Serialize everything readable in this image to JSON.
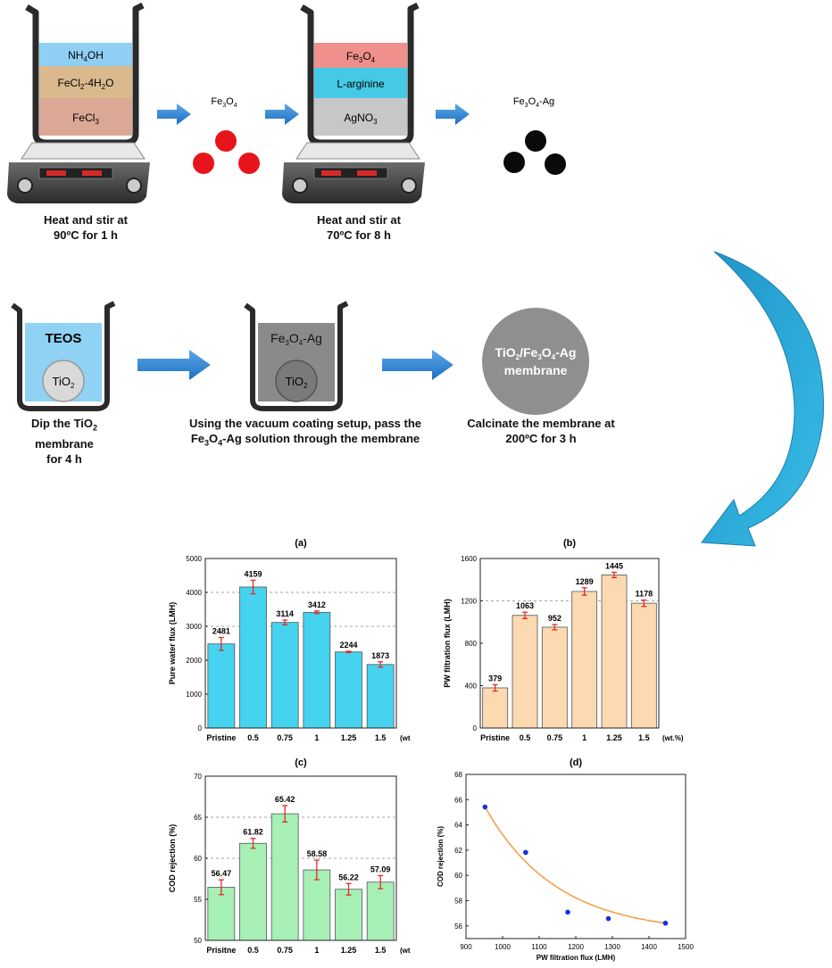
{
  "step1": {
    "layers": [
      {
        "main": "NH",
        "sub": "4",
        "tail": "OH",
        "color": "#8ecff3"
      },
      {
        "main": "FeCl",
        "sub": "2",
        "tail": "-4H",
        "sub2": "2",
        "tail2": "O",
        "color": "#d9b98d"
      },
      {
        "main": "FeCl",
        "sub": "3",
        "tail": "",
        "color": "#dba896"
      }
    ],
    "caption_line1": "Heat and stir at",
    "caption_line2": "90ºC for 1 h"
  },
  "fe3o4": {
    "label_main": "Fe",
    "label_sub1": "3",
    "label_mid": "O",
    "label_sub2": "4",
    "color": "#e8141b"
  },
  "step2": {
    "layers": [
      {
        "main": "Fe",
        "sub": "3",
        "tail": "O",
        "sub2": "4",
        "tail2": "",
        "color": "#f0908c"
      },
      {
        "main": "L-arginine",
        "sub": "",
        "tail": "",
        "color": "#46c9e4"
      },
      {
        "main": "AgNO",
        "sub": "3",
        "tail": "",
        "color": "#c7c7c7"
      }
    ],
    "caption_line1": "Heat and stir at",
    "caption_line2": "70ºC for 8 h"
  },
  "fe3o4ag": {
    "label_main": "Fe",
    "label_sub1": "3",
    "label_mid": "O",
    "label_sub2": "4",
    "label_tail": "-Ag",
    "color": "#0a0a0a"
  },
  "step3": {
    "solution": "TEOS",
    "membrane_main": "TiO",
    "membrane_sub": "2",
    "caption_line1_a": "Dip the TiO",
    "caption_line1_sub": "2",
    "caption_line1_b": " membrane",
    "caption_line2": "for 4 h",
    "color": "#8fd2f3"
  },
  "step4": {
    "solution_a": "Fe",
    "solution_sub1": "3",
    "solution_b": "O",
    "solution_sub2": "4",
    "solution_c": "-Ag",
    "membrane_main": "TiO",
    "membrane_sub": "2",
    "caption_line1": "Using the vacuum coating setup, pass the",
    "caption_line2_a": "Fe",
    "caption_line2_sub1": "3",
    "caption_line2_b": "O",
    "caption_line2_sub2": "4",
    "caption_line2_c": "-Ag solution through the membrane",
    "color": "#8a8a8a"
  },
  "step5": {
    "disc_line1_a": "TiO",
    "disc_line1_sub1": "2",
    "disc_line1_b": "/Fe",
    "disc_line1_sub2": "3",
    "disc_line1_c": "O",
    "disc_line1_sub3": "4",
    "disc_line1_d": "-Ag",
    "disc_line2": "membrane",
    "caption_line1": "Calcinate the membrane at",
    "caption_line2": "200ºC for 3 h"
  },
  "chart_data": [
    {
      "id": "a",
      "type": "bar",
      "title": "(a)",
      "categories": [
        "Pristine",
        "0.5",
        "0.75",
        "1",
        "1.25",
        "1.5"
      ],
      "values": [
        2481,
        4159,
        3114,
        3412,
        2244,
        1873
      ],
      "value_labels": [
        "2481",
        "4159",
        "3114",
        "3412",
        "2244",
        "1873"
      ],
      "errors": [
        190,
        200,
        70,
        40,
        20,
        80
      ],
      "unit_label": "(wt.%)",
      "ylabel": "Pure water flux (LMH)",
      "ylim": [
        0,
        5000
      ],
      "yticks": [
        0,
        1000,
        2000,
        3000,
        4000,
        5000
      ],
      "gridlines": [
        3000,
        4000
      ],
      "bar_color": "#45d3f0"
    },
    {
      "id": "b",
      "type": "bar",
      "title": "(b)",
      "categories": [
        "Pristine",
        "0.5",
        "0.75",
        "1",
        "1.25",
        "1.5"
      ],
      "values": [
        379,
        1063,
        952,
        1289,
        1445,
        1178
      ],
      "value_labels": [
        "379",
        "1063",
        "952",
        "1289",
        "1445",
        "1178"
      ],
      "errors": [
        30,
        30,
        25,
        35,
        25,
        30
      ],
      "unit_label": "(wt.%)",
      "ylabel": "PW filtration flux (LMH)",
      "ylim": [
        0,
        1600
      ],
      "yticks": [
        0,
        400,
        800,
        1200,
        1600
      ],
      "gridlines": [
        1200
      ],
      "bar_color": "#fcd9b0"
    },
    {
      "id": "c",
      "type": "bar",
      "title": "(c)",
      "categories": [
        "Prisitne",
        "0.5",
        "0.75",
        "1",
        "1.25",
        "1.5"
      ],
      "values": [
        56.47,
        61.82,
        65.42,
        58.58,
        56.22,
        57.09
      ],
      "value_labels": [
        "56.47",
        "61.82",
        "65.42",
        "58.58",
        "56.22",
        "57.09"
      ],
      "errors": [
        0.9,
        0.6,
        1.0,
        1.2,
        0.7,
        0.8
      ],
      "unit_label": "(wt.%)",
      "ylabel": "COD rejection (%)",
      "ylim": [
        50,
        70
      ],
      "yticks": [
        50,
        55,
        60,
        65,
        70
      ],
      "gridlines": [
        60,
        65
      ],
      "bar_color": "#a6f0b6"
    },
    {
      "id": "d",
      "type": "scatter",
      "title": "(d)",
      "x": [
        952,
        1063,
        1178,
        1289,
        1445
      ],
      "y": [
        65.42,
        61.82,
        57.09,
        56.58,
        56.22
      ],
      "fit_curve": true,
      "xlabel": "PW filtration flux (LMH)",
      "ylabel": "COD rejection (%)",
      "xlim": [
        900,
        1500
      ],
      "ylim": [
        55,
        68
      ],
      "xticks": [
        900,
        1000,
        1100,
        1200,
        1300,
        1400,
        1500
      ],
      "yticks": [
        56,
        58,
        60,
        62,
        64,
        66,
        68
      ],
      "point_color": "#1630e0",
      "curve_color": "#f5a14a"
    }
  ]
}
